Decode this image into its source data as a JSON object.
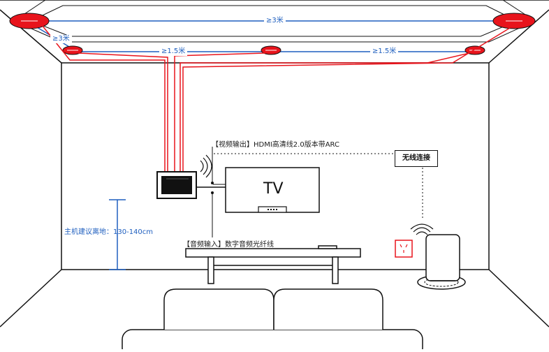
{
  "diagram": {
    "dimensions": {
      "ceiling_wide_spacing": "≥3米",
      "ceiling_side_spacing": "≥3米",
      "front_left_spacing": "≥1.5米",
      "front_right_spacing": "≥1.5米",
      "host_height": "主机建议离地：130-140cm"
    },
    "labels": {
      "video_output": "【视频输出】HDMI高清线2.0版本带ARC",
      "audio_input": "【音频输入】数字音频光纤线",
      "tv": "TV",
      "wireless": "无线连接"
    },
    "colors": {
      "dimension_line": "#1f5fbf",
      "speaker": "#e8141c",
      "cable": "#e8141c",
      "outline": "#111111"
    }
  }
}
